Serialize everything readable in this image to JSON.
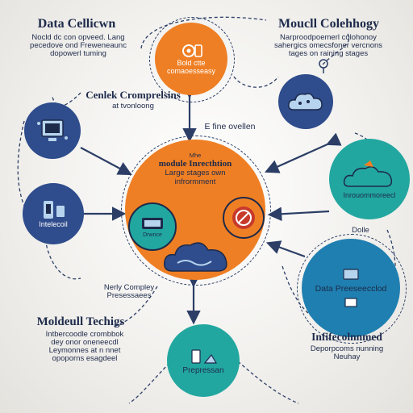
{
  "colors": {
    "navy": "#2f4c8c",
    "dark_text": "#1d2a4a",
    "orange": "#ef7f24",
    "teal": "#22a7a0",
    "ocean": "#1f7fb0",
    "pale_blue": "#b7d4ee"
  },
  "top_left": {
    "heading": "Data Cellicwn",
    "lines": [
      "Nocld dc con opveed. Lang",
      "pecedove ond Freweneaunc",
      "dopowerl tuming"
    ]
  },
  "top_right": {
    "heading": "Moucll Colehhogy",
    "lines": [
      "Narproodpoemerl colohonoy",
      "sahergics omecsfoner vercnons",
      "tages on raining stages"
    ]
  },
  "mid_left": {
    "heading": "Cenlek Cromprelsins",
    "sub": "at tvonloong"
  },
  "mid_label": "E fine ovellen",
  "orange_top_node": {
    "line1": "Bold ctte",
    "line2": "comaoesseasy"
  },
  "center": {
    "small": "Mhe",
    "title": "module Inrecthtion",
    "line2": "Large stages own",
    "line3": "infrormment"
  },
  "left_node_label": "Intelecoil",
  "center_left_chip": "Drwnce",
  "right_node_label": "Inrouommoreecl",
  "right_top_label": "Dolle",
  "big_right_label": "Data Preeseecclod",
  "near_complex": [
    "Nerly Compley",
    "Presessaees"
  ],
  "bottom_node_label": "Prepressan",
  "bottom_left": {
    "heading": "Moldeull Techigs",
    "lines": [
      "Intbercoodle crombbok",
      "dey onor oneneecdl",
      "Leymonnes at n nnet",
      "opoporns esagdeel"
    ]
  },
  "bottom_right": {
    "heading": "Infifecolnnmed",
    "lines": [
      "Deporpcoms nunning",
      "Neuhay"
    ]
  }
}
